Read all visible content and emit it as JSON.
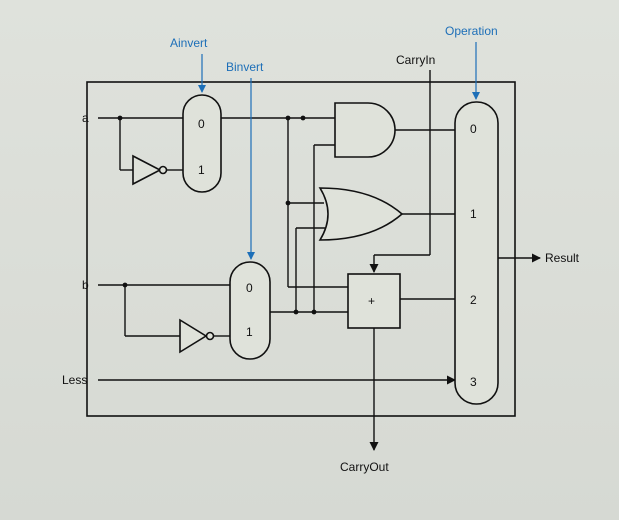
{
  "labels": {
    "ainvert": "Ainvert",
    "binvert": "Binvert",
    "operation": "Operation",
    "carryin": "CarryIn",
    "a": "a",
    "b": "b",
    "less": "Less",
    "result": "Result",
    "carryout": "CarryOut"
  },
  "mux_a": {
    "in0": "0",
    "in1": "1"
  },
  "mux_b": {
    "in0": "0",
    "in1": "1"
  },
  "mux_op": {
    "in0": "0",
    "in1": "1",
    "in2": "2",
    "in3": "3"
  },
  "adder": {
    "symbol": "+"
  },
  "colors": {
    "control": "#1d6fb8",
    "wire": "#111111"
  }
}
